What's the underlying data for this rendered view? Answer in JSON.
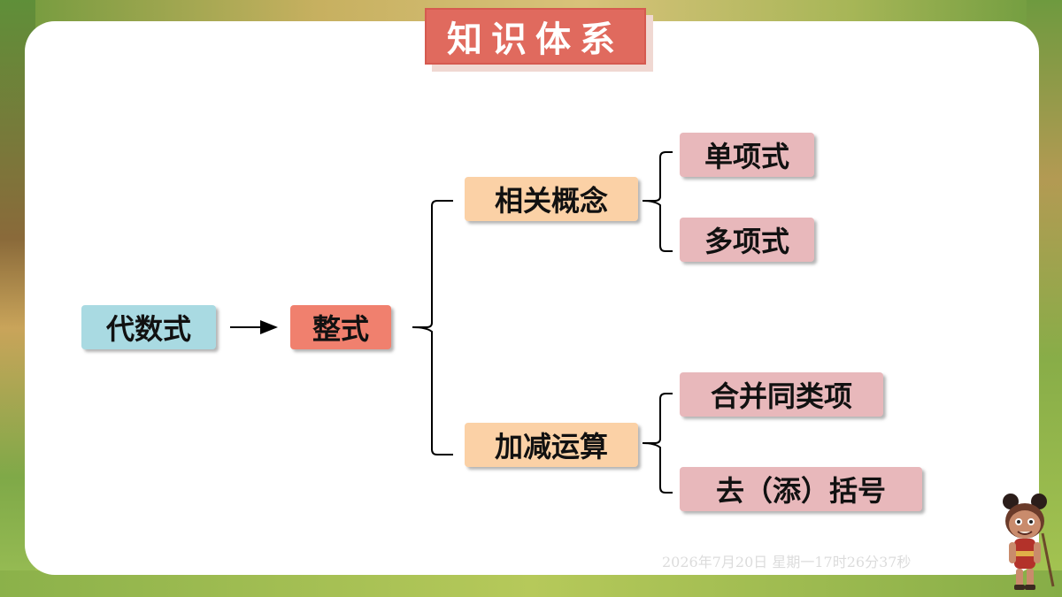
{
  "title": "知识体系",
  "diagram": {
    "root": "代数式",
    "main": "整式",
    "branches": [
      {
        "label": "相关概念",
        "children": [
          "单项式",
          "多项式"
        ]
      },
      {
        "label": "加减运算",
        "children": [
          "合并同类项",
          "去（添）括号"
        ]
      }
    ]
  },
  "timestamp": "2026年7月20日 星期一17时26分37秒",
  "colors": {
    "title_bg": "#e06a5e",
    "root_bg": "#a9dae2",
    "main_bg": "#f0806e",
    "mid_bg": "#fbd1a6",
    "leaf_bg": "#e8b8bb"
  },
  "decorations": {
    "corner_character": "cartoon-character-icon"
  }
}
